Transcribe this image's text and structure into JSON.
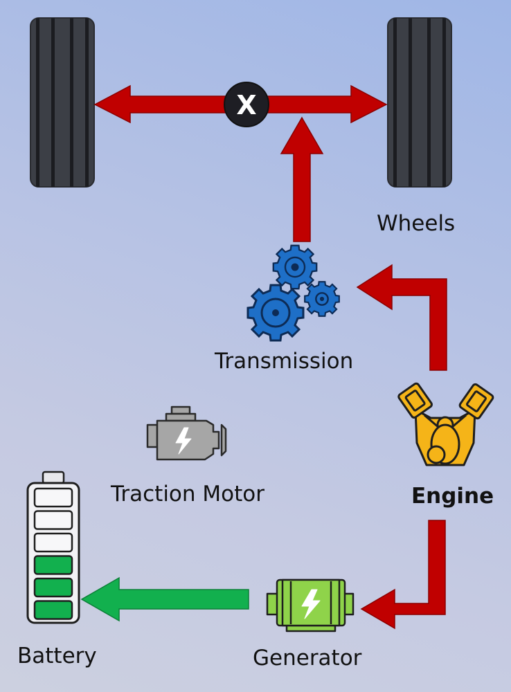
{
  "labels": {
    "wheels": "Wheels",
    "transmission": "Transmission",
    "traction_motor": "Traction Motor",
    "engine": "Engine",
    "battery": "Battery",
    "generator": "Generator"
  },
  "axle_lock_symbol": "X",
  "battery": {
    "total_cells": 6,
    "charged_cells": 3
  },
  "colors": {
    "mechanical_flow": "#c00000",
    "electrical_flow": "#12b04e",
    "engine": "#f5b418",
    "gears": "#1e6fc7",
    "generator": "#8fd34a",
    "traction_motor": "#a6a6a6",
    "tire": "#3c3f46"
  },
  "icons": [
    "tire-icon",
    "gear-icon",
    "engine-icon",
    "motor-icon",
    "generator-icon",
    "battery-icon",
    "lightning-icon"
  ]
}
